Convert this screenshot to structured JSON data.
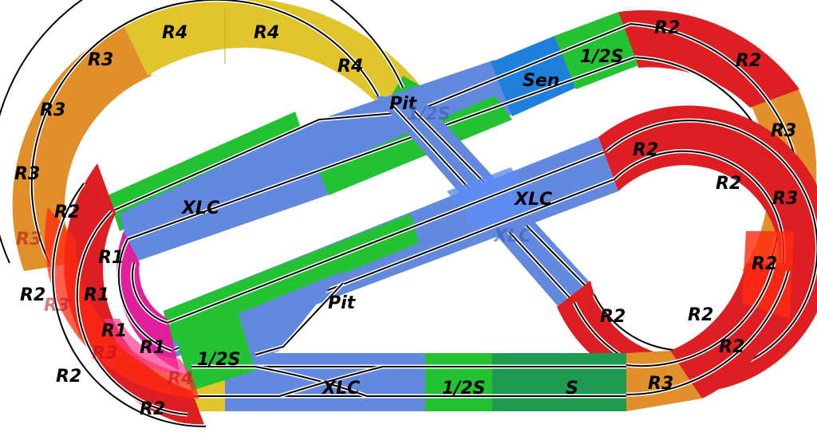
{
  "diagram": {
    "title": "Slot car track layout",
    "legend_colors": {
      "R1": "#e0209a",
      "R2": "#dd1f24",
      "R2_overlap": "#ff2a10",
      "R3": "#e08f2a",
      "R4": "#e0c42c",
      "S": "#1f9a52",
      "1/2S": "#22c232",
      "XLC": "#6389de",
      "Pit": "#6389de",
      "Sen": "#1f80dc",
      "lane": "#000000",
      "lane_edge": "#ffffff"
    },
    "labels": [
      {
        "id": "r4-top-1",
        "text": "R4"
      },
      {
        "id": "r4-top-2",
        "text": "R4"
      },
      {
        "id": "r4-top-3",
        "text": "R4"
      },
      {
        "id": "r3-left-1",
        "text": "R3"
      },
      {
        "id": "r3-left-2",
        "text": "R3"
      },
      {
        "id": "r3-left-3",
        "text": "R3"
      },
      {
        "id": "r3-left-4",
        "text": "R3"
      },
      {
        "id": "r2-left-1",
        "text": "R2"
      },
      {
        "id": "r2-left-2",
        "text": "R2"
      },
      {
        "id": "r2-left-3",
        "text": "R2"
      },
      {
        "id": "r2-left-4",
        "text": "R2"
      },
      {
        "id": "r1-1",
        "text": "R1"
      },
      {
        "id": "r1-2",
        "text": "R1"
      },
      {
        "id": "r1-3",
        "text": "R1"
      },
      {
        "id": "r1-4",
        "text": "R1"
      },
      {
        "id": "r3-left-ghost-1",
        "text": "R3"
      },
      {
        "id": "r3-left-ghost-2",
        "text": "R3"
      },
      {
        "id": "r4-left-ghost",
        "text": "R4"
      },
      {
        "id": "xlc-upper-left",
        "text": "XLC"
      },
      {
        "id": "pit-top",
        "text": "Pit"
      },
      {
        "id": "half-s-ghost",
        "text": "1/2S"
      },
      {
        "id": "sen",
        "text": "Sen"
      },
      {
        "id": "half-s-top",
        "text": "1/2S"
      },
      {
        "id": "r2-topright-1",
        "text": "R2"
      },
      {
        "id": "r2-topright-2",
        "text": "R2"
      },
      {
        "id": "r3-right-1",
        "text": "R3"
      },
      {
        "id": "r3-right-2",
        "text": "R3"
      },
      {
        "id": "r2-inner-1",
        "text": "R2"
      },
      {
        "id": "r2-inner-2",
        "text": "R2"
      },
      {
        "id": "r2-inner-3",
        "text": "R2"
      },
      {
        "id": "r2-inner-4",
        "text": "R2"
      },
      {
        "id": "r2-inner-5",
        "text": "R2"
      },
      {
        "id": "r2-outer-br",
        "text": "R2"
      },
      {
        "id": "xlc-center",
        "text": "XLC"
      },
      {
        "id": "xlc-center-lower",
        "text": "XLC"
      },
      {
        "id": "pit-bottom",
        "text": "Pit"
      },
      {
        "id": "half-s-bottom-left",
        "text": "1/2S"
      },
      {
        "id": "xlc-bottom",
        "text": "XLC"
      },
      {
        "id": "half-s-bottom",
        "text": "1/2S"
      },
      {
        "id": "s-bottom",
        "text": "S"
      },
      {
        "id": "r3-bottom-right",
        "text": "R3"
      }
    ]
  }
}
